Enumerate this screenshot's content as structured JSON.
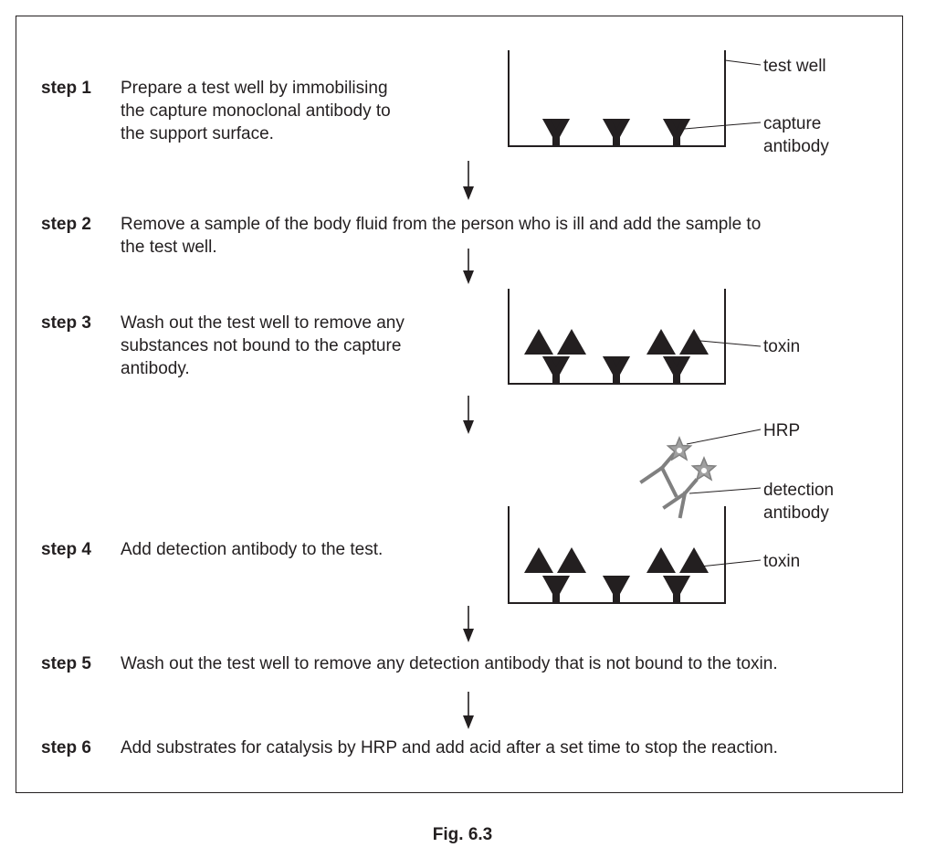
{
  "steps": [
    {
      "label": "step 1",
      "text": "Prepare a test well by immobilising\nthe capture monoclonal antibody to\nthe support surface."
    },
    {
      "label": "step 2",
      "text": "Remove a sample of the body fluid from the person who is ill and add the sample to\nthe test well."
    },
    {
      "label": "step 3",
      "text": "Wash out the test well to remove any\nsubstances not bound to the capture\nantibody."
    },
    {
      "label": "step 4",
      "text": "Add detection antibody to the test."
    },
    {
      "label": "step 5",
      "text": "Wash out the test well to remove any detection antibody that is not bound to the toxin."
    },
    {
      "label": "step 6",
      "text": "Add substrates for catalysis by HRP and add acid after a set time to stop the reaction."
    }
  ],
  "labels": {
    "test_well": "test well",
    "capture_antibody_1": "capture",
    "capture_antibody_2": "antibody",
    "toxin_step3": "toxin",
    "hrp": "HRP",
    "detection_antibody_1": "detection",
    "detection_antibody_2": "antibody",
    "toxin_step4": "toxin"
  },
  "caption": "Fig. 6.3",
  "colors": {
    "ink": "#231f20",
    "detection_antibody": "#808080",
    "hrp_fill": "#a0a0a0"
  }
}
